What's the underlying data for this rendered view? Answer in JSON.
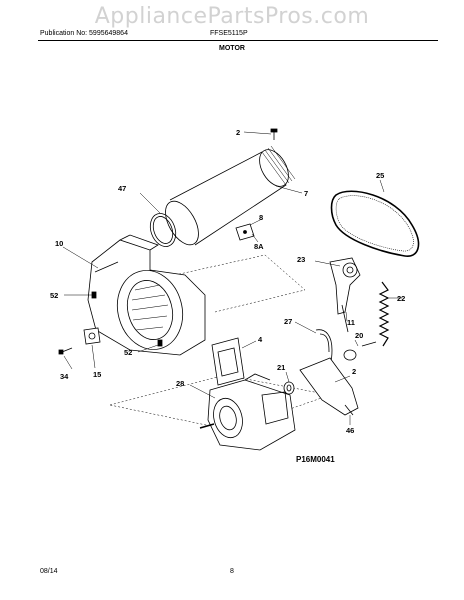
{
  "watermark": "AppliancePartsPros.com",
  "header": {
    "publication": "Publication No: 5995649864",
    "model": "FFSE5115P"
  },
  "section_title": "MOTOR",
  "figure_code": "P16M0041",
  "callouts": {
    "c2a": "2",
    "c47": "47",
    "c7": "7",
    "c25": "25",
    "c8": "8",
    "c8a": "8A",
    "c10": "10",
    "c23": "23",
    "c52a": "52",
    "c22": "22",
    "c11": "11",
    "c27": "27",
    "c4": "4",
    "c20": "20",
    "c34": "34",
    "c15": "15",
    "c52b": "52",
    "c21": "21",
    "c2b": "2",
    "c28": "28",
    "c46": "46"
  },
  "footer": {
    "date": "08/14",
    "page": "8"
  }
}
